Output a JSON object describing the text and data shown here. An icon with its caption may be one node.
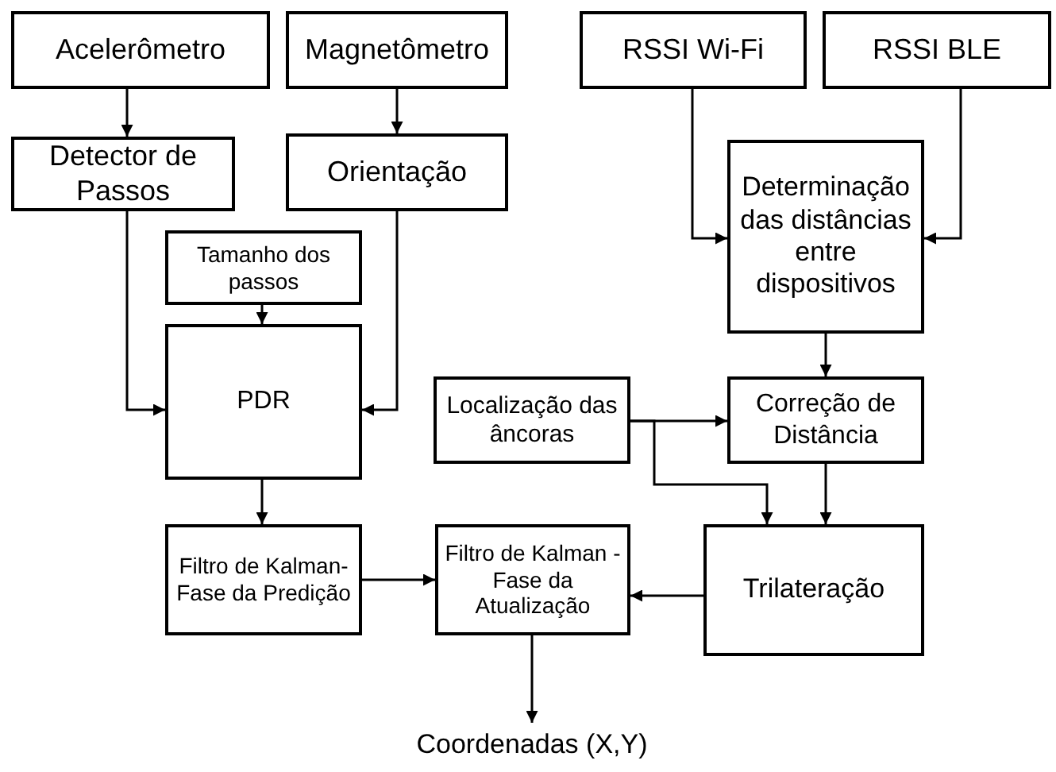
{
  "diagram": {
    "nodes": [
      {
        "text": [
          "Acelerômetro"
        ]
      },
      {
        "text": [
          "Magnetômetro"
        ]
      },
      {
        "text": [
          "RSSI Wi-Fi"
        ]
      },
      {
        "text": [
          "RSSI BLE"
        ]
      },
      {
        "text": [
          "Detector de Passos"
        ]
      },
      {
        "text": [
          "Orientação"
        ]
      },
      {
        "text": [
          "Determinação das distâncias entre dispositivos"
        ]
      },
      {
        "text": [
          "Tamanho dos passos"
        ]
      },
      {
        "text": [
          "PDR"
        ]
      },
      {
        "text": [
          "Localização das âncoras"
        ]
      },
      {
        "text": [
          "Correção de Distância"
        ]
      },
      {
        "text": [
          "Filtro de Kalman-Fase da Predição"
        ]
      },
      {
        "text": [
          "Filtro de Kalman - Fase da Atualização"
        ]
      },
      {
        "text": [
          "Trilateração"
        ]
      },
      {
        "text": [
          "Coordenadas (X,Y)"
        ]
      }
    ],
    "edges": [
      {
        "from": 0,
        "to": 4,
        "arrow": "to"
      },
      {
        "from": 1,
        "to": 5,
        "arrow": "to"
      },
      {
        "from": 2,
        "to": 6,
        "arrow": "to"
      },
      {
        "from": 3,
        "to": 6,
        "arrow": "to"
      },
      {
        "from": 4,
        "to": 8,
        "arrow": "to"
      },
      {
        "from": 5,
        "to": 8,
        "arrow": "to"
      },
      {
        "from": 7,
        "to": 8,
        "arrow": "to"
      },
      {
        "from": 6,
        "to": 10,
        "arrow": "to"
      },
      {
        "from": 9,
        "to": 10,
        "arrow": "to"
      },
      {
        "from": 9,
        "to": 13,
        "arrow": "to"
      },
      {
        "from": 10,
        "to": 13,
        "arrow": "to"
      },
      {
        "from": 8,
        "to": 11,
        "arrow": "to"
      },
      {
        "from": 11,
        "to": 12,
        "arrow": "to"
      },
      {
        "from": 13,
        "to": 12,
        "arrow": "to"
      },
      {
        "from": 12,
        "to": 14,
        "arrow": "to"
      }
    ]
  }
}
